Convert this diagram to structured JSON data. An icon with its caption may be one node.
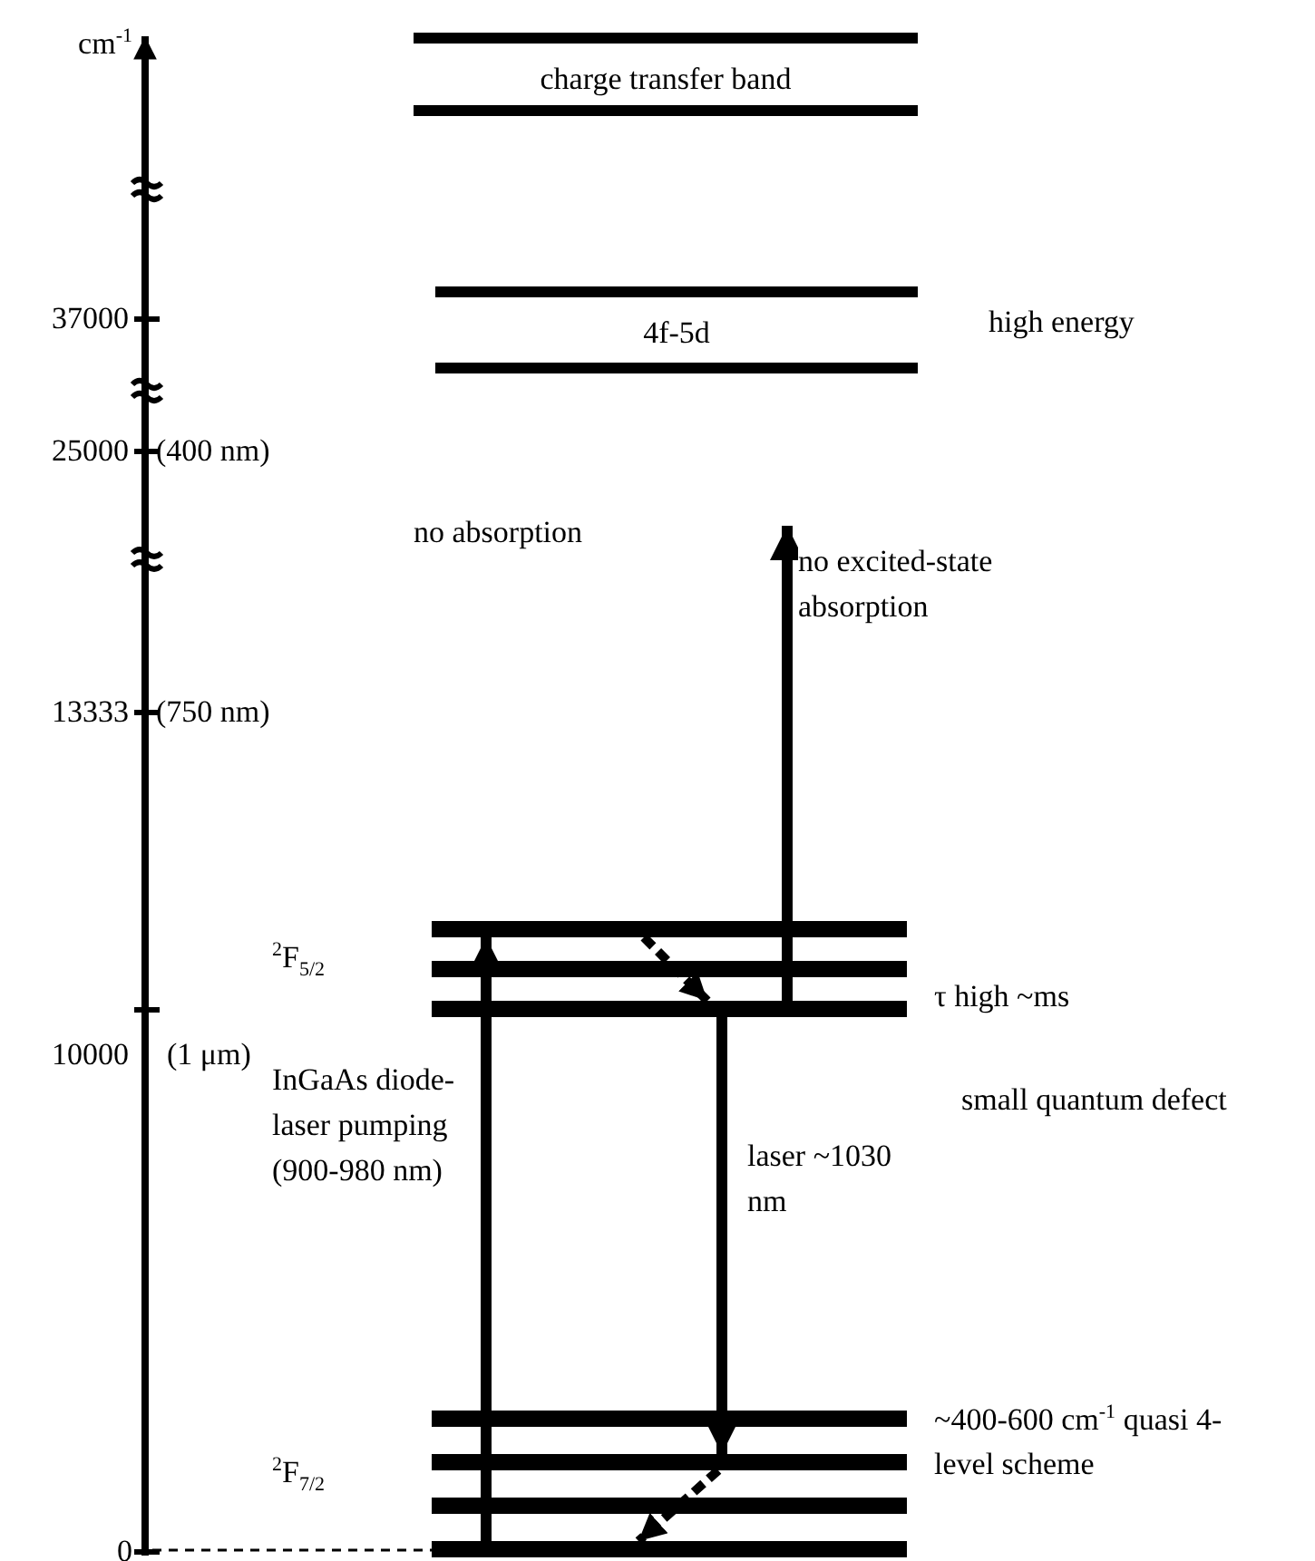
{
  "diagram": {
    "nodes": [
      {
        "text": [
          "charge transfer band"
        ]
      },
      {
        "text": [
          "4f-5d"
        ],
        "beside": [
          "high energy"
        ]
      },
      {
        "text": [
          "$^{2}$F$_{5/2}$"
        ],
        "beside": [
          "τ high ~ms"
        ]
      },
      {
        "text": [],
        "shape": "bar",
        "in": 2
      },
      {
        "text": [],
        "shape": "bar",
        "in": 2
      },
      {
        "text": [],
        "shape": "bar",
        "in": 2
      },
      {
        "text": [
          "$^{2}$F$_{7/2}$"
        ],
        "beside": [
          "~400-600 cm$^{-1}$ quasi 4-level scheme"
        ]
      },
      {
        "text": [],
        "shape": "bar",
        "in": 6
      },
      {
        "text": [],
        "shape": "bar",
        "in": 6
      },
      {
        "text": [],
        "shape": "bar",
        "in": 6
      },
      {
        "text": [],
        "shape": "bar",
        "in": 6
      }
    ],
    "edges": [
      {
        "from": 10,
        "to": 3,
        "arrow": "to",
        "label": "InGaAs diode-laser pumping (900-980 nm)"
      },
      {
        "from": 3,
        "to": 5,
        "arrow": "to",
        "style": "dashed"
      },
      {
        "from": 5,
        "to": 8,
        "arrow": "to",
        "label": "laser ~1030 nm"
      },
      {
        "from": 5,
        "to": null,
        "arrow": "to",
        "label": "no excited-state absorption"
      },
      {
        "from": 8,
        "to": 10,
        "arrow": "to",
        "style": "dashed"
      }
    ],
    "labels": [
      "cm$^{-1}$",
      "37000",
      "25000",
      "(400 nm)",
      "no absorption",
      "13333",
      "(750 nm)",
      "10000",
      "(1 μm)",
      "small quantum defect",
      "0"
    ]
  }
}
